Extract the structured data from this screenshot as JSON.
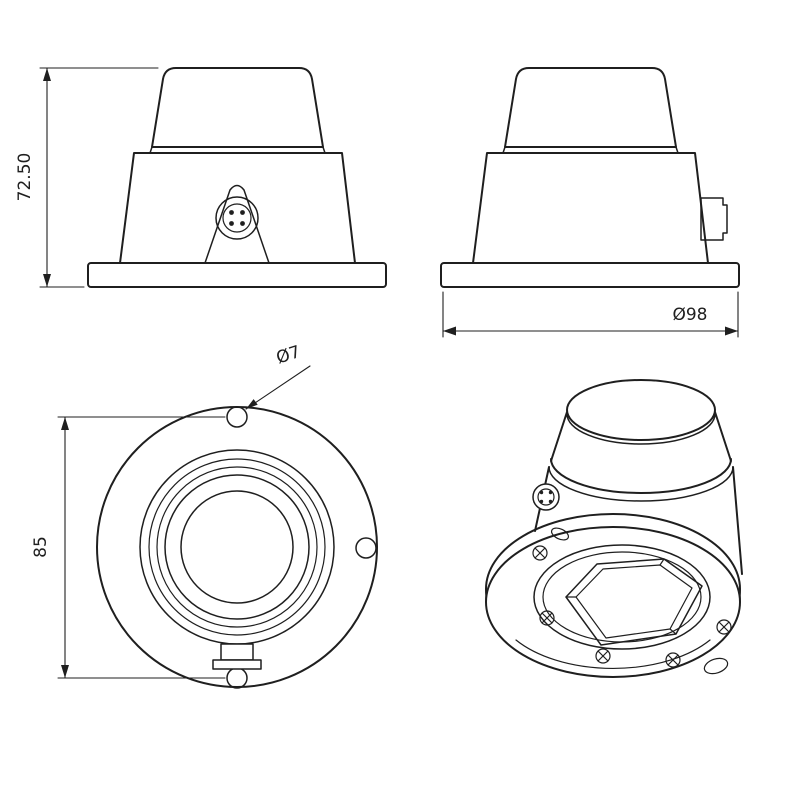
{
  "drawing": {
    "colors": {
      "background": "#ffffff",
      "line": "#1f1f1f"
    },
    "annotations": {
      "front_height": "72.50",
      "flange_diameter": "Ø98",
      "hole_diameter": "Ø7",
      "hole_spacing": "85"
    }
  }
}
